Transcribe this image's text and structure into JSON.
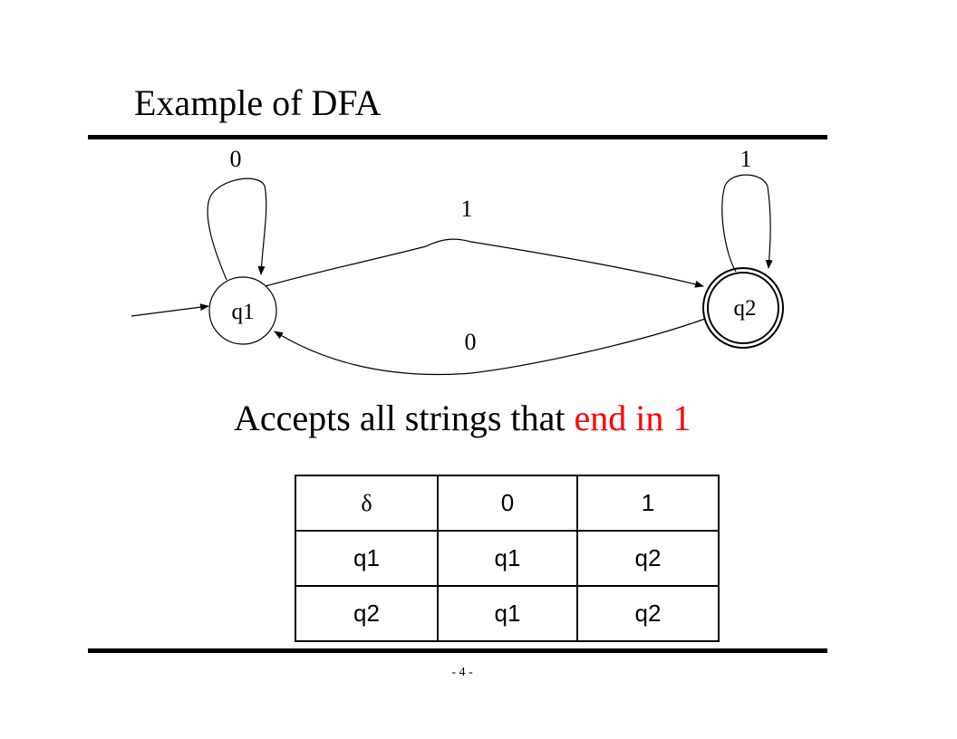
{
  "slide": {
    "title": "Example of DFA",
    "caption_prefix": "Accepts all strings that ",
    "caption_highlight": "end in 1",
    "page_number": "- 4 -"
  },
  "colors": {
    "highlight": "#ff0000",
    "ink": "#000000"
  },
  "dfa": {
    "states": [
      {
        "id": "q1",
        "label": "q1",
        "start": true,
        "accepting": false
      },
      {
        "id": "q2",
        "label": "q2",
        "start": false,
        "accepting": true
      }
    ],
    "transitions": [
      {
        "from": "q1",
        "to": "q1",
        "symbol": "0"
      },
      {
        "from": "q1",
        "to": "q2",
        "symbol": "1"
      },
      {
        "from": "q2",
        "to": "q1",
        "symbol": "0"
      },
      {
        "from": "q2",
        "to": "q2",
        "symbol": "1"
      }
    ]
  },
  "table": {
    "header": [
      "δ",
      "0",
      "1"
    ],
    "rows": [
      [
        "q1",
        "q1",
        "q2"
      ],
      [
        "q2",
        "q1",
        "q2"
      ]
    ]
  }
}
